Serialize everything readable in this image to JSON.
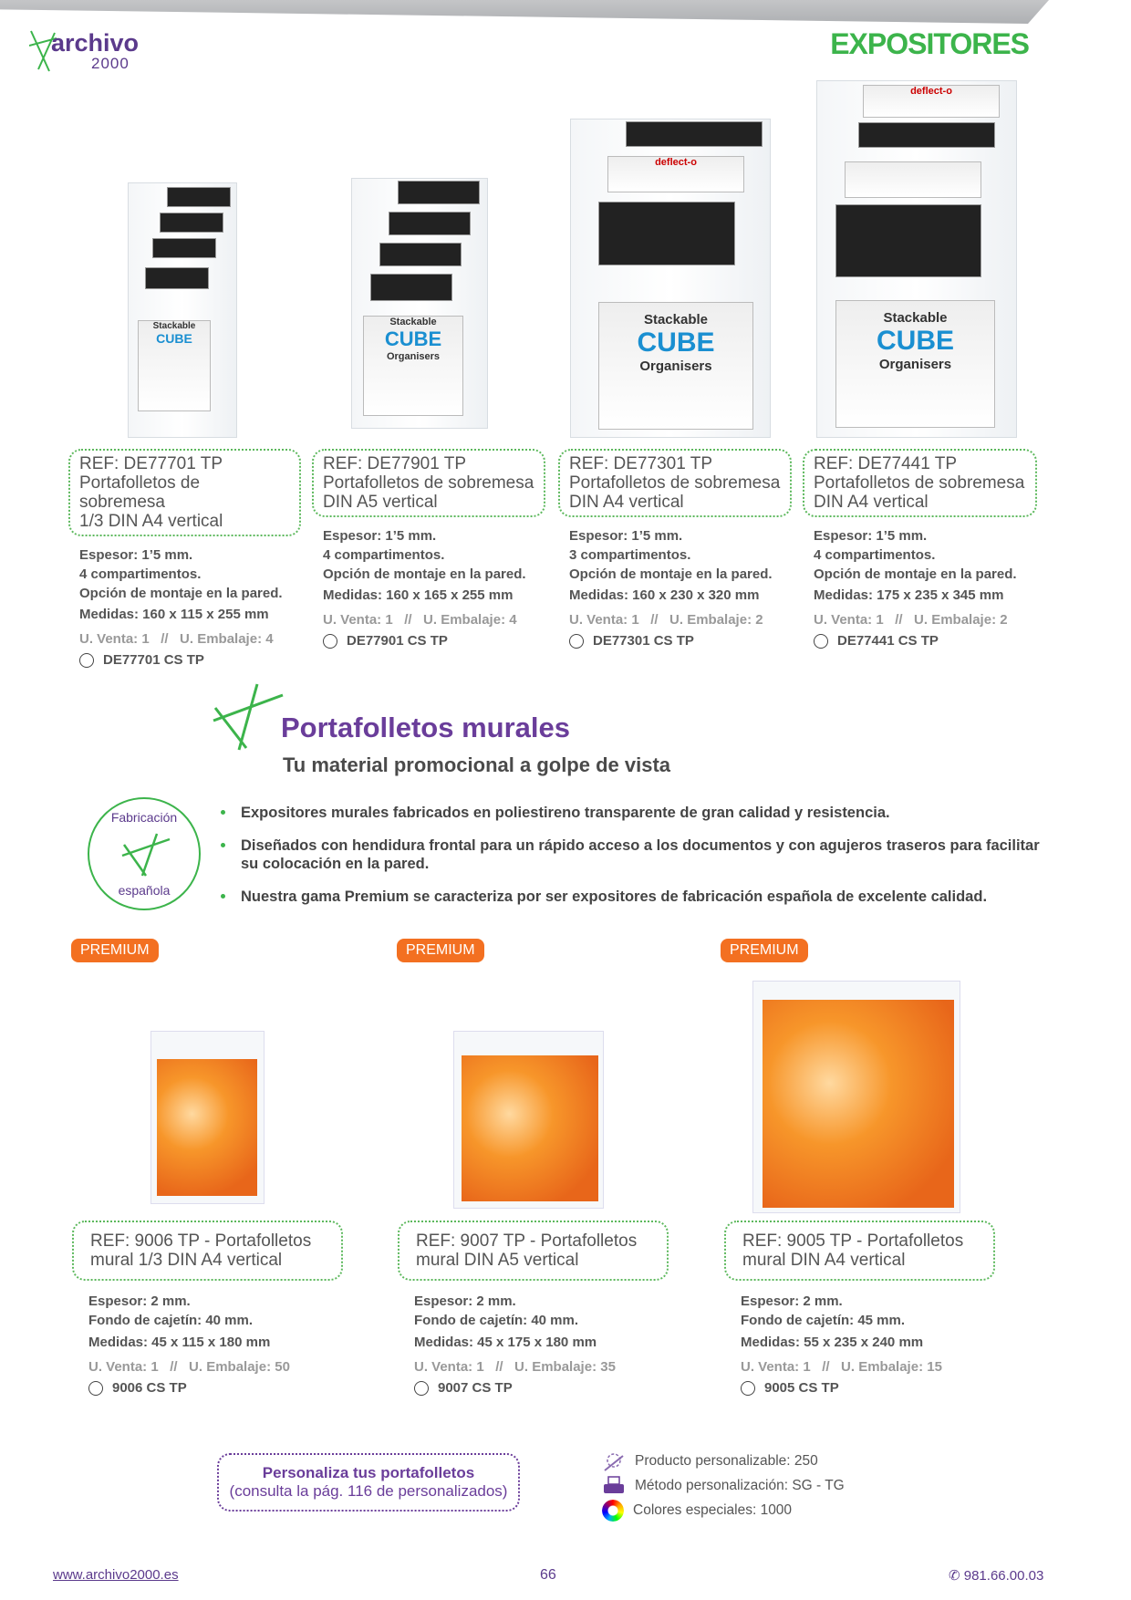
{
  "header": {
    "brand": "archivo",
    "brand_sub": "2000",
    "section": "EXPOSITORES"
  },
  "top_products": [
    {
      "ref": "REF: DE77701 TP",
      "name1": "Portafolletos de sobremesa",
      "name2": "1/3 DIN A4 vertical",
      "espesor": "Espesor: 1’5 mm.",
      "compartimentos": "4 compartimentos.",
      "montaje": "Opción de montaje en la pared.",
      "medidas": "Medidas: 160 x 115 x 255 mm",
      "units": "U. Venta: 1   //   U. Embalaje: 4",
      "code": "DE77701 CS TP"
    },
    {
      "ref": "REF: DE77901 TP",
      "name1": "Portafolletos de sobremesa",
      "name2": "DIN A5 vertical",
      "espesor": "Espesor: 1’5 mm.",
      "compartimentos": "4 compartimentos.",
      "montaje": "Opción de montaje en la pared.",
      "medidas": "Medidas: 160 x 165 x 255 mm",
      "units": "U. Venta: 1   //   U. Embalaje: 4",
      "code": "DE77901 CS TP"
    },
    {
      "ref": "REF: DE77301 TP",
      "name1": "Portafolletos de sobremesa",
      "name2": "DIN A4 vertical",
      "espesor": "Espesor: 1’5 mm.",
      "compartimentos": "3 compartimentos.",
      "montaje": "Opción de montaje en la pared.",
      "medidas": "Medidas: 160 x 230 x 320 mm",
      "units": "U. Venta: 1   //   U. Embalaje: 2",
      "code": "DE77301 CS TP"
    },
    {
      "ref": "REF: DE77441 TP",
      "name1": "Portafolletos de sobremesa",
      "name2": "DIN A4 vertical",
      "espesor": "Espesor: 1’5 mm.",
      "compartimentos": "4 compartimentos.",
      "montaje": "Opción de montaje en la pared.",
      "medidas": "Medidas: 175 x 235 x 345 mm",
      "units": "U. Venta: 1   //   U. Embalaje: 2",
      "code": "DE77441 CS TP"
    }
  ],
  "product_image_text": {
    "brand": "deflect-o",
    "line1": "Stackable",
    "line2": "CUBE",
    "line3": "Organisers"
  },
  "murales": {
    "title": "Portafolletos murales",
    "subtitle": "Tu material promocional a golpe de vista",
    "seal_top": "Fabricación",
    "seal_bottom": "española",
    "bullets": [
      "Expositores murales fabricados en poliestireno transparente de gran calidad y resistencia.",
      "Diseñados con hendidura frontal para un rápido acceso a los documentos y con agujeros traseros para facilitar su colocación en la pared.",
      "Nuestra gama Premium se caracteriza por ser expositores de fabricación española de excelente calidad."
    ]
  },
  "bottom_products": [
    {
      "badge": "PREMIUM",
      "ref1": "REF: 9006 TP - Portafolletos",
      "ref2": "mural 1/3 DIN A4 vertical",
      "espesor": "Espesor: 2 mm.",
      "fondo": "Fondo de cajetín: 40 mm.",
      "medidas": "Medidas: 45 x 115 x 180 mm",
      "units": "U. Venta: 1   //   U. Embalaje: 50",
      "code": "9006 CS TP"
    },
    {
      "badge": "PREMIUM",
      "ref1": "REF: 9007 TP - Portafolletos",
      "ref2": "mural DIN A5 vertical",
      "espesor": "Espesor: 2 mm.",
      "fondo": "Fondo de cajetín: 40 mm.",
      "medidas": "Medidas: 45 x 175 x 180 mm",
      "units": "U. Venta: 1   //   U. Embalaje: 35",
      "code": "9007 CS TP"
    },
    {
      "badge": "PREMIUM",
      "ref1": "REF: 9005 TP - Portafolletos",
      "ref2": "mural DIN A4 vertical",
      "espesor": "Espesor: 2 mm.",
      "fondo": "Fondo de cajetín: 45 mm.",
      "medidas": "Medidas: 55 x 235 x 240 mm",
      "units": "U. Venta: 1   //   U. Embalaje: 15",
      "code": "9005 CS TP"
    }
  ],
  "personaliza": {
    "title": "Personaliza tus portafolletos",
    "note": "(consulta la pág. 116 de personalizados)"
  },
  "info": [
    {
      "icon": "gear-pencil-icon",
      "text": "Producto personalizable: 250"
    },
    {
      "icon": "printer-icon",
      "text": "Método personalización: SG - TG"
    },
    {
      "icon": "color-wheel-icon",
      "text": "Colores especiales: 1000"
    }
  ],
  "footer": {
    "url": "www.archivo2000.es",
    "page": "66",
    "phone": "981.66.00.03"
  },
  "colors": {
    "green": "#3cb44b",
    "purple": "#6a3d9a",
    "orange": "#f37021"
  }
}
